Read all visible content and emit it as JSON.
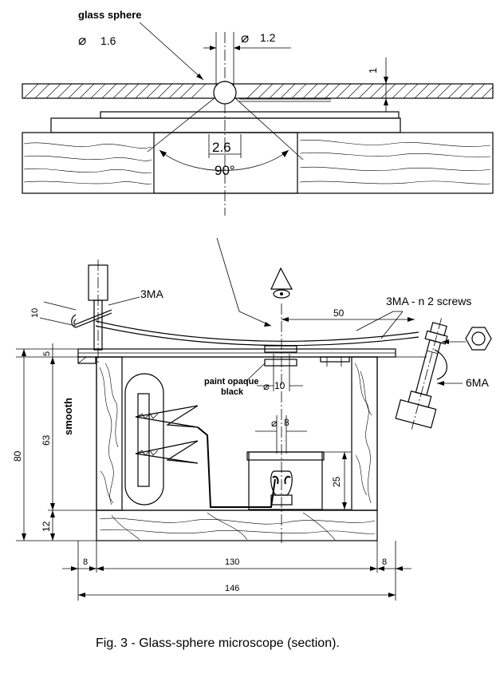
{
  "labels": {
    "glass_sphere": "glass sphere",
    "dia_1_6": "1.6",
    "dia_1_2": "1.2",
    "dim_1": "1",
    "dim_2_6": "2.6",
    "angle_90": "90°",
    "screw_3ma": "3MA",
    "screws_3ma_2": "3MA - n 2 screws",
    "dim_50": "50",
    "dim_10_top": "10",
    "dim_5": "5",
    "smooth": "smooth",
    "paint_line1": "paint opaque",
    "paint_line2": "black",
    "dia_10": "10",
    "nut_6ma": "6MA",
    "dia_8": "8",
    "dim_25": "25",
    "dim_63": "63",
    "dim_80": "80",
    "dim_12": "12",
    "dim_8_left": "8",
    "dim_130": "130",
    "dim_8_right": "8",
    "dim_146": "146"
  },
  "diameter_symbol": "⌀",
  "caption": "Fig. 3 - Glass-sphere microscope (section)."
}
